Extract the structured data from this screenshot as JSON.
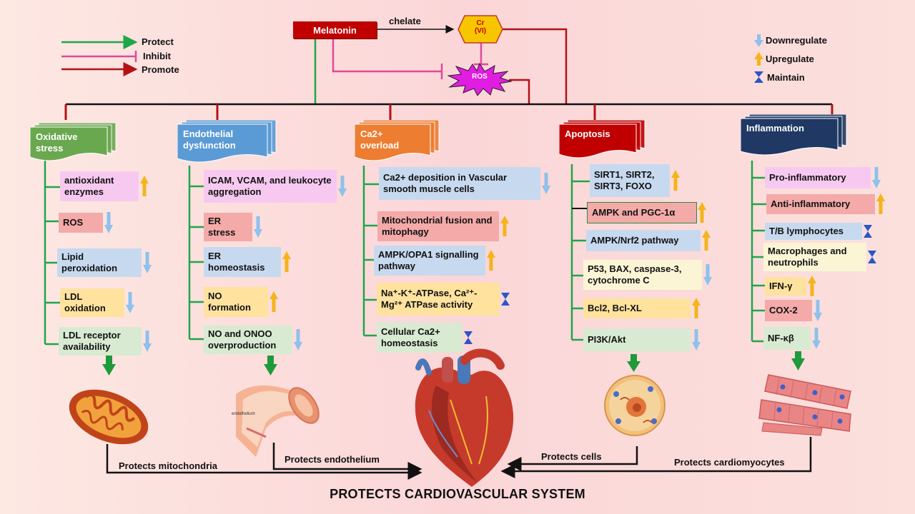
{
  "top": {
    "melatonin": "Melatonin",
    "chelate": "chelate",
    "cr_line1": "Cr",
    "cr_line2": "(VI)",
    "ros": "ROS"
  },
  "legend": {
    "protect": "Protect",
    "inhibit": "Inhibit",
    "promote": "Promote",
    "downregulate": "Downregulate",
    "upregulate": "Upregulate",
    "maintain": "Maintain"
  },
  "colors": {
    "protect": "#1fa64a",
    "inhibit": "#e0499a",
    "promote": "#b31217",
    "down_arrow": "#8ec1ec",
    "up_arrow": "#f4b41a",
    "maintain": "#2a56c6"
  },
  "columns": [
    {
      "header": [
        "Oxidative",
        "stress"
      ],
      "header_color": "#6aa84f",
      "items": [
        {
          "label": "antioxidant enzymes",
          "dir": "up"
        },
        {
          "label": "ROS",
          "dir": "down"
        },
        {
          "label": "Lipid peroxidation",
          "dir": "down"
        },
        {
          "label": "LDL oxidation",
          "dir": "down"
        },
        {
          "label": "LDL receptor availability",
          "dir": "down"
        }
      ]
    },
    {
      "header": [
        "Endothelial",
        "dysfunction"
      ],
      "header_color": "#5b9bd5",
      "items": [
        {
          "label": "ICAM, VCAM, and leukocyte aggregation",
          "dir": "down"
        },
        {
          "label": "ER stress",
          "dir": "down"
        },
        {
          "label": "ER homeostasis",
          "dir": "up"
        },
        {
          "label": "NO formation",
          "dir": "up"
        },
        {
          "label": "NO and ONOO overproduction",
          "dir": "down"
        }
      ]
    },
    {
      "header": [
        "Ca2+",
        "overload"
      ],
      "header_color": "#ed7d31",
      "items": [
        {
          "label": "Ca2+ deposition in Vascular smooth muscle cells",
          "dir": "down"
        },
        {
          "label": "Mitochondrial fusion and mitophagy",
          "dir": "up"
        },
        {
          "label": "AMPK/OPA1 signalling pathway",
          "dir": "up"
        },
        {
          "label": "Na⁺-K⁺-ATPase, Ca²⁺-Mg²⁺ ATPase activity",
          "dir": "maintain"
        },
        {
          "label": "Cellular Ca2+ homeostasis",
          "dir": "maintain"
        }
      ]
    },
    {
      "header": [
        "Apoptosis"
      ],
      "header_color": "#c00000",
      "items": [
        {
          "label": "SIRT1, SIRT2, SIRT3, FOXO",
          "dir": "up"
        },
        {
          "label": "AMPK and PGC-1α",
          "dir": "up"
        },
        {
          "label": "AMPK/Nrf2 pathway",
          "dir": "up"
        },
        {
          "label": "P53, BAX, caspase-3, cytochrome C",
          "dir": "down"
        },
        {
          "label": "Bcl2, Bcl-XL",
          "dir": "up"
        },
        {
          "label": "PI3K/Akt",
          "dir": "down"
        }
      ]
    },
    {
      "header": [
        "Inflammation"
      ],
      "header_color": "#1f3864",
      "items": [
        {
          "label": "Pro-inflammatory",
          "dir": "down"
        },
        {
          "label": "Anti-inflammatory",
          "dir": "up"
        },
        {
          "label": "T/B lymphocytes",
          "dir": "maintain"
        },
        {
          "label": "Macrophages and neutrophils",
          "dir": "maintain"
        },
        {
          "label": "IFN-γ",
          "dir": "up"
        },
        {
          "label": "COX-2",
          "dir": "down"
        },
        {
          "label": "NF-κβ",
          "dir": "down"
        }
      ]
    }
  ],
  "bottom": {
    "mito": "Protects mitochondria",
    "endo": "Protects endothelium",
    "cells": "Protects cells",
    "cardio": "Protects cardiomyocytes",
    "endothelium_tag": "endothelium",
    "title": "PROTECTS CARDIOVASCULAR SYSTEM"
  }
}
